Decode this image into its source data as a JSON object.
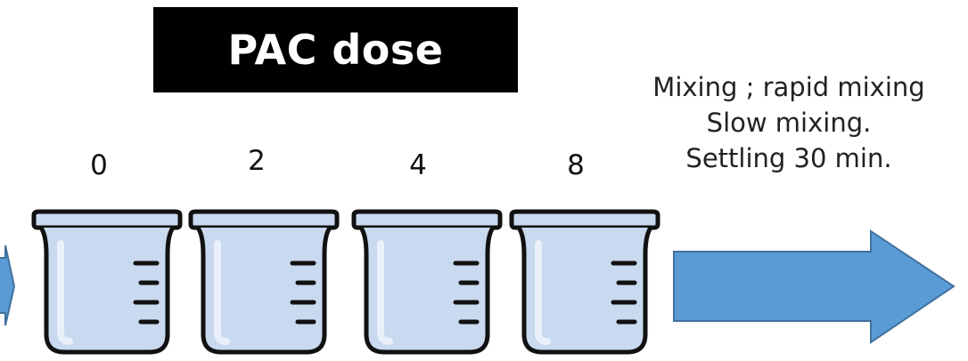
{
  "title": "PAC dose",
  "doses": [
    "0",
    "2",
    "4",
    "8"
  ],
  "instructions": [
    "Mixing ; rapid mixing",
    "Slow mixing.",
    "Settling 30 min."
  ],
  "colors": {
    "title_background": "#000000",
    "title_text": "#ffffff",
    "beaker_fill": "#c9d9ef",
    "beaker_outline": "#111111",
    "arrow_fill": "#5b9bd5",
    "arrow_stroke": "#41719c"
  },
  "icons": [
    "beaker-icon",
    "right-arrow-icon"
  ]
}
